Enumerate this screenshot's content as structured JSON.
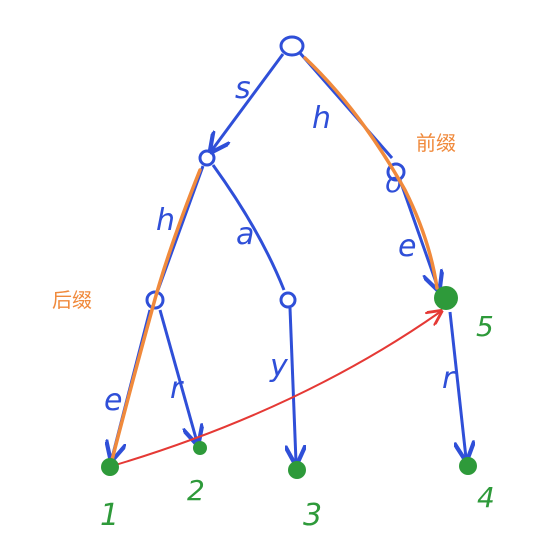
{
  "diagram": {
    "annotations": {
      "prefix_label": "前缀",
      "suffix_label": "后缀"
    },
    "edge_letters": {
      "root_left": "s",
      "root_right": "h",
      "left_branch_1": "h",
      "left_branch_2": "e",
      "left_mid": "r",
      "middle_1": "a",
      "middle_2": "y",
      "right_1": "o",
      "right_2": "e",
      "right_3": "r"
    },
    "node_numbers": {
      "n1": "1",
      "n2": "2",
      "n3": "3",
      "n4": "4",
      "n5": "5"
    }
  },
  "colors": {
    "ink": "#2f4fd8",
    "highlight": "#f08a3c",
    "node": "#2e9a3a",
    "link": "#e53935",
    "number": "#2e9a3a"
  }
}
